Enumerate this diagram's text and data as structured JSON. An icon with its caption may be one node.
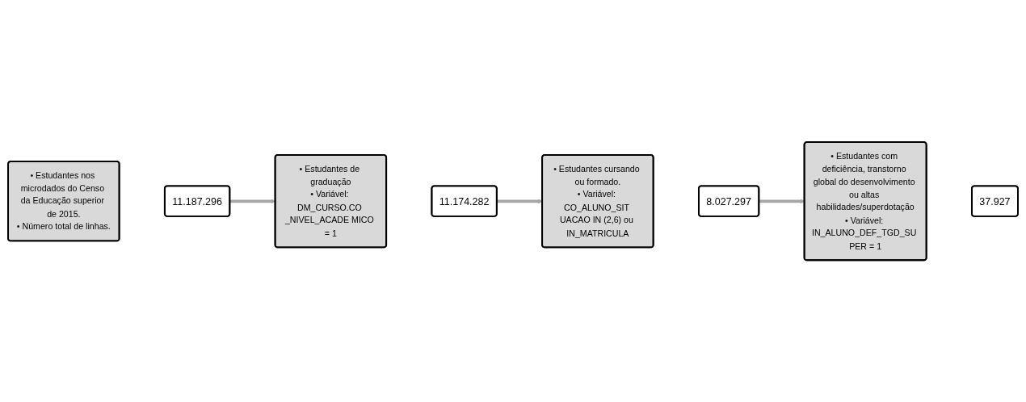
{
  "diagram": {
    "nodes": [
      {
        "text": [
          "• Estudantes nos microdados do Censo da Educação superior de 2015.",
          "• Número total de linhas."
        ]
      },
      {
        "text": [
          "11.187.296"
        ]
      },
      {
        "text": [
          "11.174.282"
        ]
      },
      {
        "text": [
          "• Estudantes de graduação",
          "• Variável: DM_CURSO.CO _NIVEL_ACADE MICO = 1"
        ]
      },
      {
        "text": [
          "• Estudantes cursando ou formado.",
          "• Variável: CO_ALUNO_SIT UACAO IN (2,6) ou IN_MATRICULA"
        ]
      },
      {
        "text": [
          "8.027.297"
        ]
      },
      {
        "text": [
          "37.927"
        ]
      },
      {
        "text": [
          "• Estudantes com deficiência, transtorno global do desenvolvimento ou altas habilidades/superdotação",
          "• Variável: IN_ALUNO_DEF_TGD_SU PER = 1"
        ]
      }
    ],
    "edges": [
      {
        "from": 1,
        "to": 3,
        "arrow": "to"
      },
      {
        "from": 2,
        "to": 4,
        "arrow": "to"
      },
      {
        "from": 5,
        "to": 7,
        "arrow": "to"
      }
    ]
  }
}
